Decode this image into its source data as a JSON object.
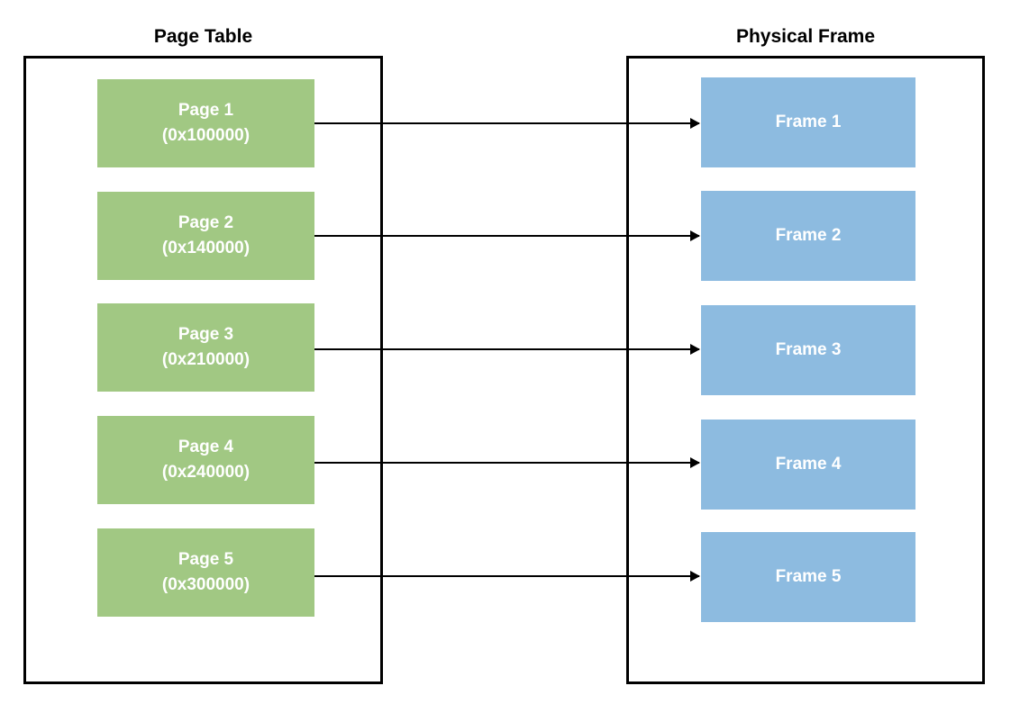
{
  "titles": {
    "left": "Page Table",
    "right": "Physical Frame"
  },
  "page_table": {
    "entries": [
      {
        "label": "Page 1",
        "address": "(0x100000)"
      },
      {
        "label": "Page 2",
        "address": "(0x140000)"
      },
      {
        "label": "Page 3",
        "address": "(0x210000)"
      },
      {
        "label": "Page 4",
        "address": "(0x240000)"
      },
      {
        "label": "Page 5",
        "address": "(0x300000)"
      }
    ]
  },
  "physical_frames": {
    "entries": [
      {
        "label": "Frame 1"
      },
      {
        "label": "Frame 2"
      },
      {
        "label": "Frame 3"
      },
      {
        "label": "Frame 4"
      },
      {
        "label": "Frame 5"
      }
    ]
  },
  "mappings": [
    {
      "from": "Page 1",
      "to": "Frame 1"
    },
    {
      "from": "Page 2",
      "to": "Frame 2"
    },
    {
      "from": "Page 3",
      "to": "Frame 3"
    },
    {
      "from": "Page 4",
      "to": "Frame 4"
    },
    {
      "from": "Page 5",
      "to": "Frame 5"
    }
  ],
  "colors": {
    "page_fill": "#A1C883",
    "frame_fill": "#8DBBE0",
    "border": "#000000",
    "box_text": "#FFFFFF",
    "title_text": "#000000"
  }
}
